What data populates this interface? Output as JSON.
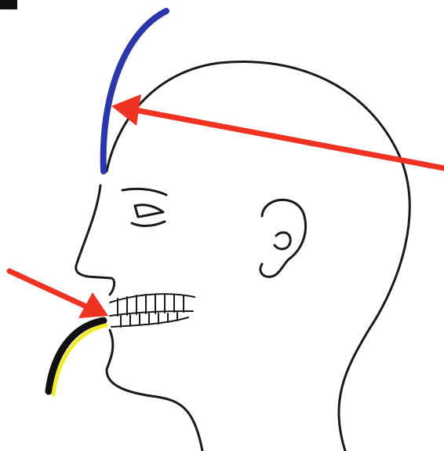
{
  "diagram": {
    "colors": {
      "outline": "#1a1a1a",
      "forehead_curve": "#2b36a8",
      "arrows": "#ee3322",
      "chin_curve_outer": "#111111",
      "chin_curve_inner": "#f3ea2a",
      "background": "#ffffff"
    },
    "elements": [
      "head-profile-outline",
      "eye",
      "ear",
      "teeth",
      "forehead-curve",
      "forehead-arrow",
      "mouth-arrow",
      "chin-curve"
    ]
  }
}
